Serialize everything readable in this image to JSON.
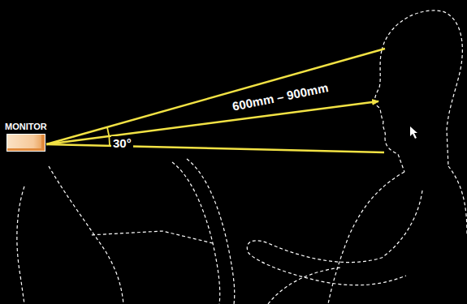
{
  "diagram": {
    "nodes": [
      {
        "text": [
          "MONITOR"
        ]
      }
    ],
    "labels": [
      "600mm – 900mm",
      "30°"
    ]
  }
}
